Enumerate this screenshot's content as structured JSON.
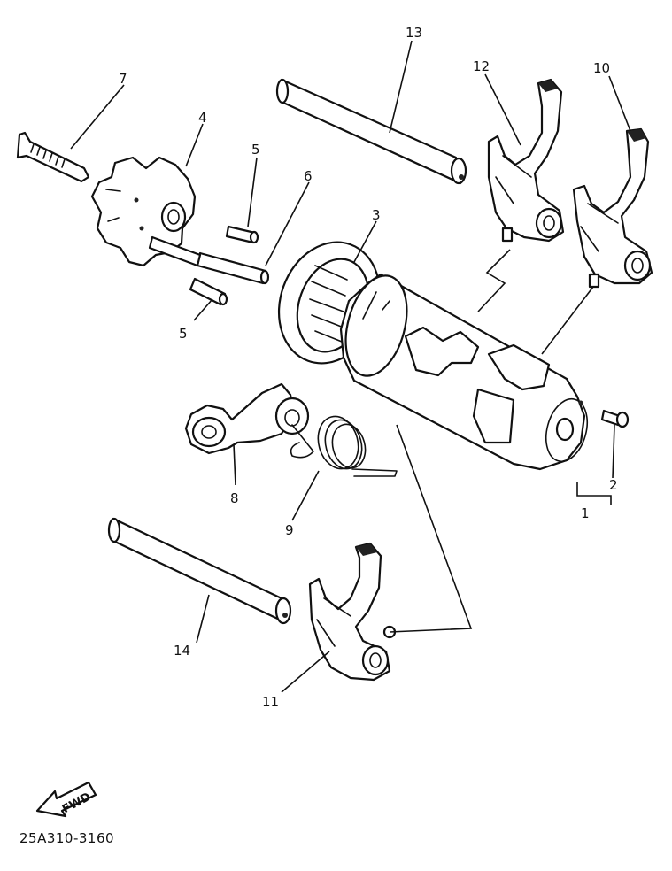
{
  "diagram_code": "25A310-3160",
  "fwd_label": "FWD",
  "callouts": {
    "c1": "1",
    "c2": "2",
    "c3": "3",
    "c4": "4",
    "c5a": "5",
    "c5b": "5",
    "c6": "6",
    "c7": "7",
    "c8": "8",
    "c9": "9",
    "c10": "10",
    "c11": "11",
    "c12": "12",
    "c13": "13",
    "c14": "14"
  }
}
